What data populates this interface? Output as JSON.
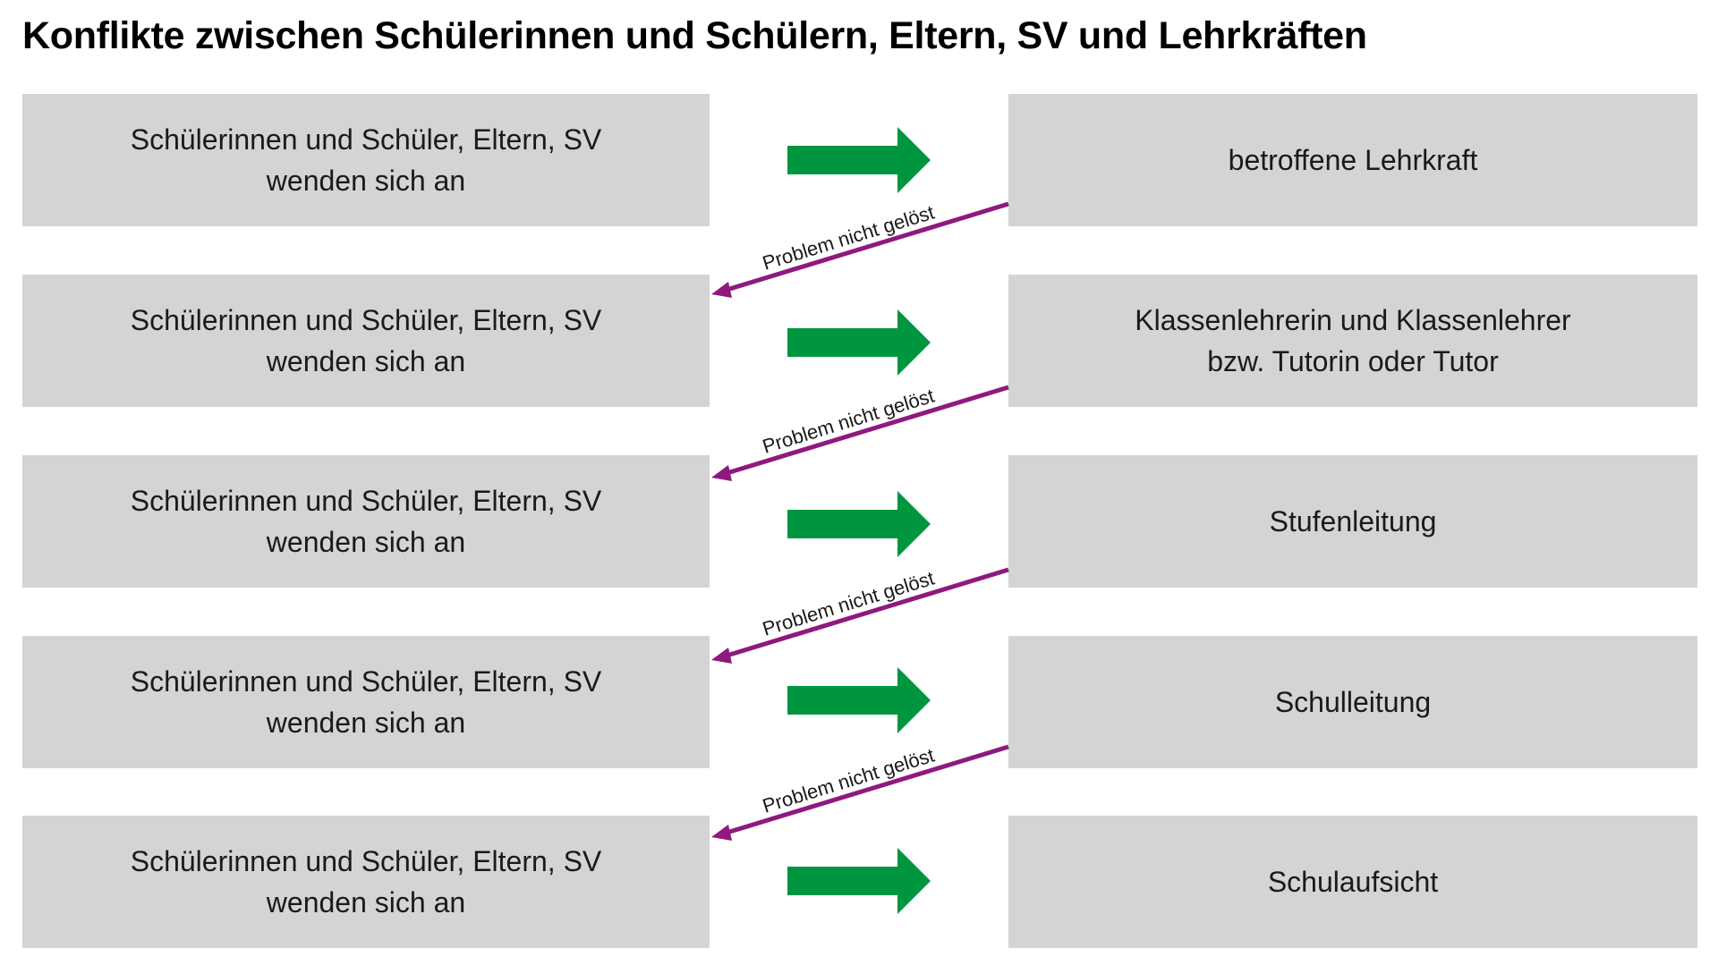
{
  "title": "Konflikte zwischen Schülerinnen und Schülern, Eltern, SV und Lehrkräften",
  "colors": {
    "box_fill": "#d4d4d4",
    "forward_arrow": "#00963f",
    "back_arrow": "#8e1a7e"
  },
  "rows": [
    {
      "left_line1": "Schülerinnen und Schüler, Eltern, SV",
      "left_line2": "wenden sich an",
      "right_line1": "betroffene Lehrkraft",
      "right_line2": ""
    },
    {
      "left_line1": "Schülerinnen und Schüler, Eltern, SV",
      "left_line2": "wenden sich an",
      "right_line1": "Klassenlehrerin und Klassenlehrer",
      "right_line2": "bzw. Tutorin oder Tutor"
    },
    {
      "left_line1": "Schülerinnen und Schüler, Eltern, SV",
      "left_line2": "wenden sich an",
      "right_line1": "Stufenleitung",
      "right_line2": ""
    },
    {
      "left_line1": "Schülerinnen und Schüler, Eltern, SV",
      "left_line2": "wenden sich an",
      "right_line1": "Schulleitung",
      "right_line2": ""
    },
    {
      "left_line1": "Schülerinnen und Schüler, Eltern, SV",
      "left_line2": "wenden sich an",
      "right_line1": "Schulaufsicht",
      "right_line2": ""
    }
  ],
  "escalations": [
    {
      "label": "Problem nicht gelöst"
    },
    {
      "label": "Problem nicht gelöst"
    },
    {
      "label": "Problem nicht gelöst"
    },
    {
      "label": "Problem nicht gelöst"
    }
  ]
}
